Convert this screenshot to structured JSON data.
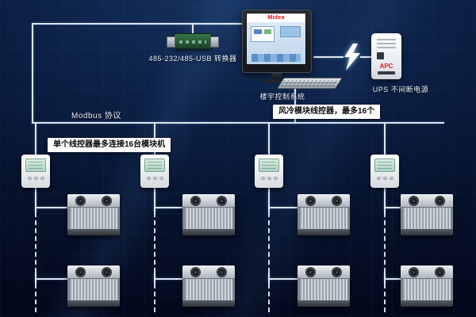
{
  "top_section": {
    "converter_label": "485-232/485-USB 转换器",
    "monitor_brand": "Midea",
    "monitor_caption": "楼宇控制系统",
    "ups_brand": "APC",
    "ups_label": "UPS 不间断电源"
  },
  "bus_section": {
    "protocol_label": "Modbus 协议",
    "controllers_note": "风冷模块线控器，最多16个",
    "modules_note": "单个线控器最多连接16台模块机"
  },
  "equipment": {
    "wire_controllers": 4,
    "chiller_rows": 2,
    "chillers_per_row": 4
  },
  "colors": {
    "background_top": "#16325f",
    "background_bottom": "#03091c",
    "wire": "#dde7f2",
    "note_background": "#ffffff",
    "note_text": "#0a0a0a",
    "midea_red": "#e60012",
    "apc_red": "#e02020"
  }
}
